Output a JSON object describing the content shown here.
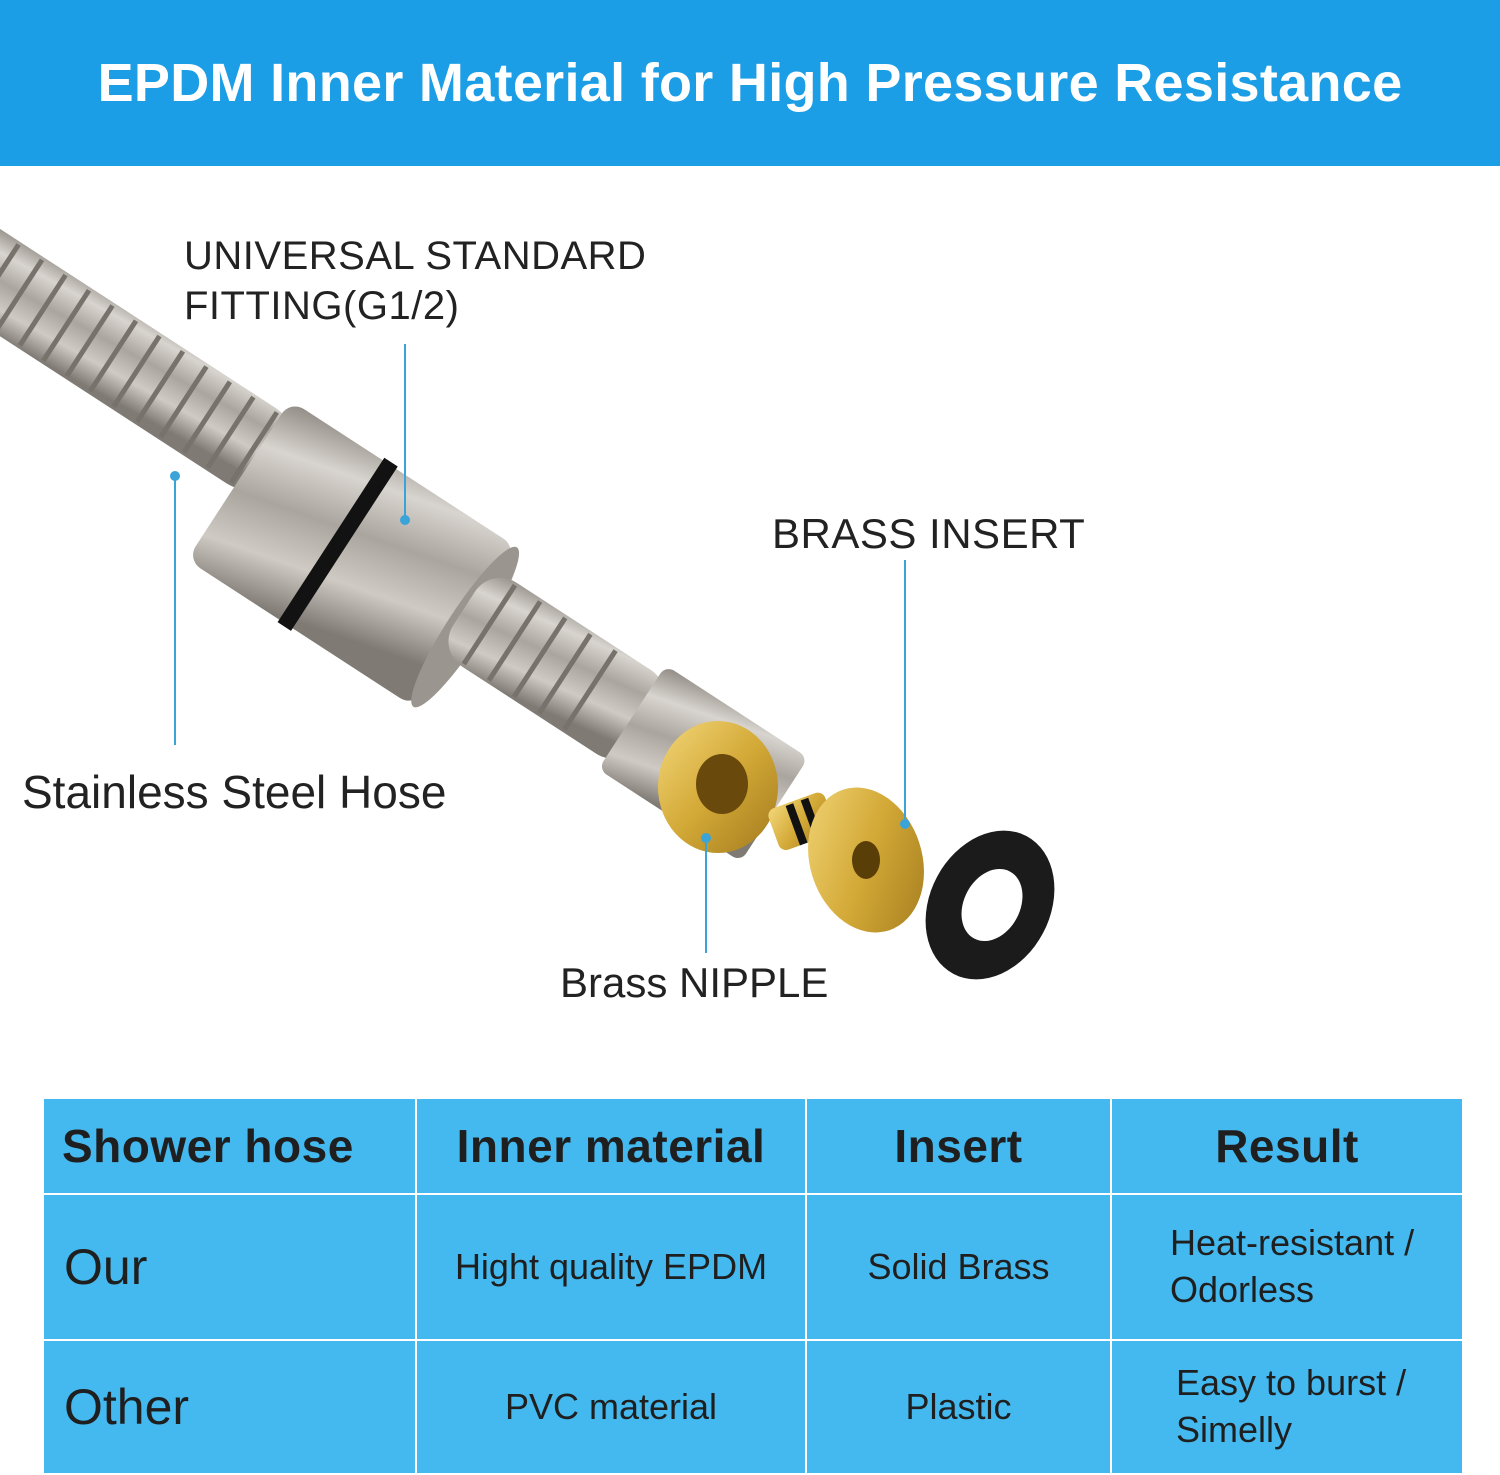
{
  "header": {
    "title": "EPDM Inner Material for High Pressure Resistance"
  },
  "callouts": {
    "fitting_line1": "UNIVERSAL STANDARD",
    "fitting_line2": "FITTING(G1/2)",
    "brass_insert": "BRASS INSERT",
    "hose": "Stainless Steel Hose",
    "nipple": "Brass NIPPLE"
  },
  "table": {
    "headers": [
      "Shower hose",
      "Inner material",
      "Insert",
      "Result"
    ],
    "rows": [
      {
        "name": "Our",
        "material": "Hight quality EPDM",
        "insert": "Solid Brass",
        "result_line1": "Heat-resistant /",
        "result_line2": "Odorless"
      },
      {
        "name": "Other",
        "material": "PVC material",
        "insert": "Plastic",
        "result_line1": "Easy to burst /",
        "result_line2": "Simelly"
      }
    ]
  },
  "colors": {
    "banner": "#1c9ee6",
    "table_cell": "#44b9ef",
    "callout_line": "#3aa3d8",
    "steel": "#b7b2ab",
    "brass": "#d9b54a",
    "washer": "#1b1b1b"
  }
}
